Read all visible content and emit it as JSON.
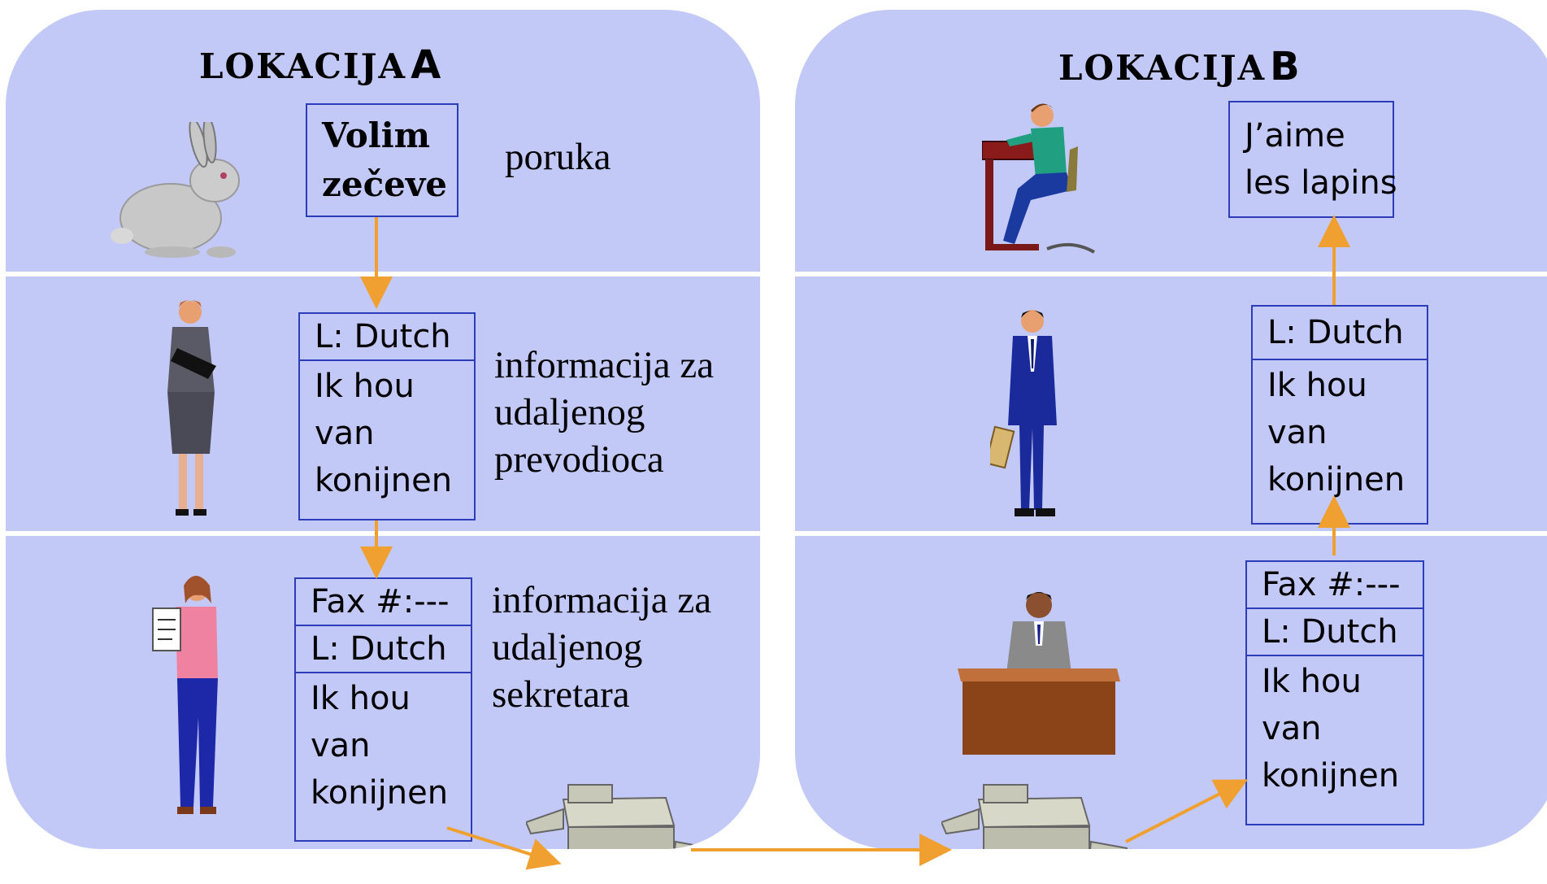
{
  "colors": {
    "panel": "#c3c9f7",
    "box_border": "#2b3db8",
    "arrow": "#f0a030"
  },
  "location_a": {
    "title_word": "LOKACIJA",
    "title_letter": "A",
    "message_box": [
      "Volim",
      "zečeve"
    ],
    "message_label": "poruka",
    "translator_box": {
      "header": "L: Dutch",
      "body": [
        "Ik hou",
        "van",
        "konijnen"
      ]
    },
    "translator_note": [
      "informacija za",
      "udaljenog",
      "prevodioca"
    ],
    "secretary_box": {
      "header1": "Fax #:---",
      "header2": "L: Dutch",
      "body": [
        "Ik hou",
        "van",
        "konijnen"
      ]
    },
    "secretary_note": [
      "informacija za",
      "udaljenog",
      "sekretara"
    ]
  },
  "location_b": {
    "title_word": "LOKACIJA",
    "title_letter": "B",
    "message_box": [
      "J’aime",
      "les lapins"
    ],
    "translator_box": {
      "header": "L: Dutch",
      "body": [
        "Ik hou",
        "van",
        "konijnen"
      ]
    },
    "secretary_box": {
      "header1": "Fax #:---",
      "header2": "L: Dutch",
      "body": [
        "Ik hou",
        "van",
        "konijnen"
      ]
    }
  },
  "icons": [
    "rabbit-icon",
    "businesswoman-icon",
    "secretary-icon",
    "writer-at-desk-icon",
    "businessman-icon",
    "person-at-desk-icon",
    "fax-machine-icon"
  ]
}
